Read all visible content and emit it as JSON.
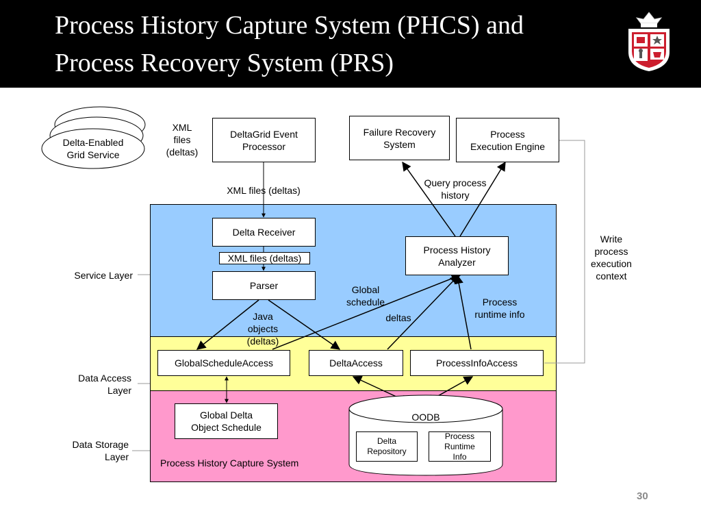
{
  "slide": {
    "title_line1": "Process History Capture System (PHCS) and",
    "title_line2": "Process Recovery System (PRS)",
    "page_number": "30"
  },
  "colors": {
    "title_background": "#000000",
    "service_layer": "#99ccff",
    "data_access_layer": "#ffff99",
    "data_storage_layer": "#ff99cc",
    "logo_red": "#cc1e2e"
  },
  "layers": {
    "service": "Service Layer",
    "data_access_line1": "Data Access",
    "data_access_line2": "Layer",
    "data_storage_line1": "Data Storage",
    "data_storage_line2": "Layer"
  },
  "nodes": {
    "grid_service_line1": "Delta-Enabled",
    "grid_service_line2": "Grid Service",
    "event_processor_line1": "DeltaGrid Event",
    "event_processor_line2": "Processor",
    "failure_recovery_line1": "Failure Recovery",
    "failure_recovery_line2": "System",
    "execution_engine_line1": "Process",
    "execution_engine_line2": "Execution Engine",
    "delta_receiver": "Delta Receiver",
    "parser": "Parser",
    "history_analyzer_line1": "Process History",
    "history_analyzer_line2": "Analyzer",
    "global_schedule_access": "GlobalScheduleAccess",
    "delta_access": "DeltaAccess",
    "process_info_access": "ProcessInfoAccess",
    "global_delta_schedule_line1": "Global Delta",
    "global_delta_schedule_line2": "Object Schedule",
    "oodb": "OODB",
    "delta_repository_line1": "Delta",
    "delta_repository_line2": "Repository",
    "process_runtime_info_line1": "Process",
    "process_runtime_info_line2": "Runtime",
    "process_runtime_info_line3": "Info",
    "phcs": "Process History Capture System"
  },
  "edge_labels": {
    "xml_files_line1": "XML",
    "xml_files_line2": "files",
    "xml_files_line3": "(deltas)",
    "xml_files_deltas_1": "XML files (deltas)",
    "xml_files_deltas_2": "XML files (deltas)",
    "query_line1": "Query process",
    "query_line2": "history",
    "write_line1": "Write",
    "write_line2": "process",
    "write_line3": "execution",
    "write_line4": "context",
    "global_schedule_line1": "Global",
    "global_schedule_line2": "schedule",
    "deltas": "deltas",
    "process_runtime_line1": "Process",
    "process_runtime_line2": "runtime info",
    "java_objects_line1": "Java",
    "java_objects_line2": "objects",
    "java_objects_line3": "(deltas)"
  }
}
